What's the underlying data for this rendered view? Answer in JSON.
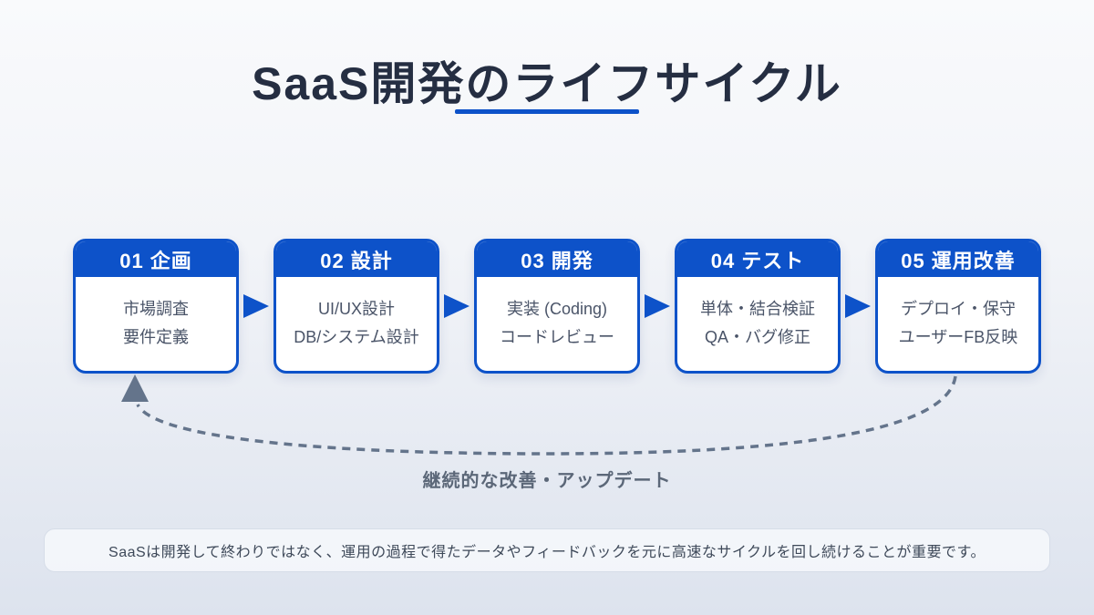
{
  "title": "SaaS開発のライフサイクル",
  "steps": [
    {
      "header": "01 企画",
      "lines": [
        "市場調査",
        "要件定義"
      ]
    },
    {
      "header": "02 設計",
      "lines": [
        "UI/UX設計",
        "DB/システム設計"
      ]
    },
    {
      "header": "03 開発",
      "lines": [
        "実装 (Coding)",
        "コードレビュー"
      ]
    },
    {
      "header": "04 テスト",
      "lines": [
        "単体・結合検証",
        "QA・バグ修正"
      ]
    },
    {
      "header": "05 運用改善",
      "lines": [
        "デプロイ・保守",
        "ユーザーFB反映"
      ]
    }
  ],
  "feedback": {
    "label": "継続的な改善・アップデート"
  },
  "note": "SaaSは開発して終わりではなく、運用の過程で得たデータやフィードバックを元に高速なサイクルを回し続けることが重要です。",
  "colors": {
    "accent_blue": "#0d52c9",
    "title_navy": "#252e42",
    "body_text": "#4a5468",
    "slate_arrow": "#64748b",
    "note_text": "#3e4959"
  }
}
